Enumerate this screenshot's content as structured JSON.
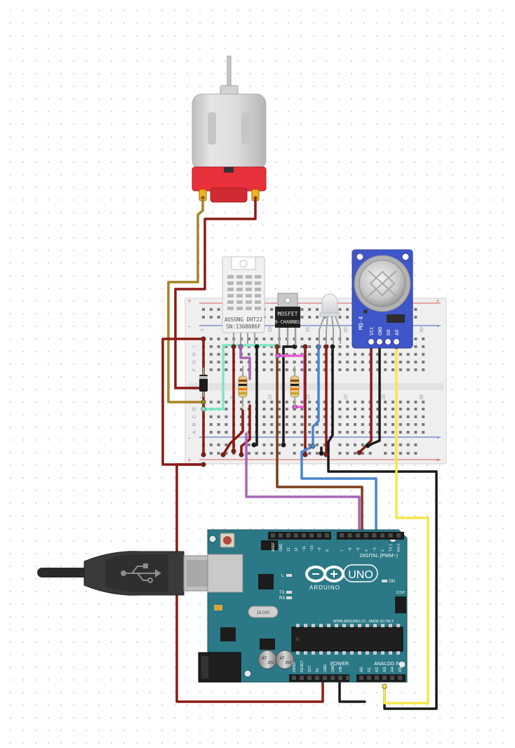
{
  "dht22": {
    "line1": "AOSONG DHT22",
    "line2": "SN:1308086F"
  },
  "mosfet": {
    "line1": "MOSFET",
    "line2": "N-CHANNEL"
  },
  "mq4": {
    "title": "MQ-4",
    "pins": [
      "VCC",
      "GND",
      "DO",
      "AO"
    ]
  },
  "breadboard": {
    "row_letters": [
      "J",
      "I",
      "H",
      "G",
      "F",
      "E",
      "D",
      "C",
      "B",
      "A"
    ],
    "col_numbers": [
      "1",
      "5",
      "10",
      "15",
      "20",
      "25",
      "30"
    ],
    "rail_marks": [
      "+",
      "-"
    ]
  },
  "arduino": {
    "brand": "ARDUINO",
    "model": "UNO",
    "digital_label": "DIGITAL (PWM~)",
    "power_label": "POWER",
    "analog_label": "ANALOG IN",
    "website": "WWW.ARDUINO.CC - MADE IN ITALY",
    "on_label": "ON",
    "icsp_label": "ICSP",
    "tx_label": "TX",
    "rx_label": "RX",
    "l_label": "L",
    "reset_label": "RESET",
    "crystal": "16.000",
    "aref_label": "AREF",
    "digital_pins": [
      "AREF",
      "GND",
      "13",
      "12",
      "~11",
      "~10",
      "~9",
      "8",
      "7",
      "~6",
      "~5",
      "4",
      "~3",
      "2",
      "TX 1",
      "RX 0"
    ],
    "power_pins": [
      "IOREF",
      "RESET",
      "3V3",
      "5V",
      "GND",
      "GND",
      "VIN"
    ],
    "analog_pins": [
      "A0",
      "A1",
      "A2",
      "A3",
      "A4",
      "A5"
    ],
    "cap_labels": [
      "47",
      "47"
    ],
    "cap_volts": [
      "25V",
      "25V"
    ]
  }
}
